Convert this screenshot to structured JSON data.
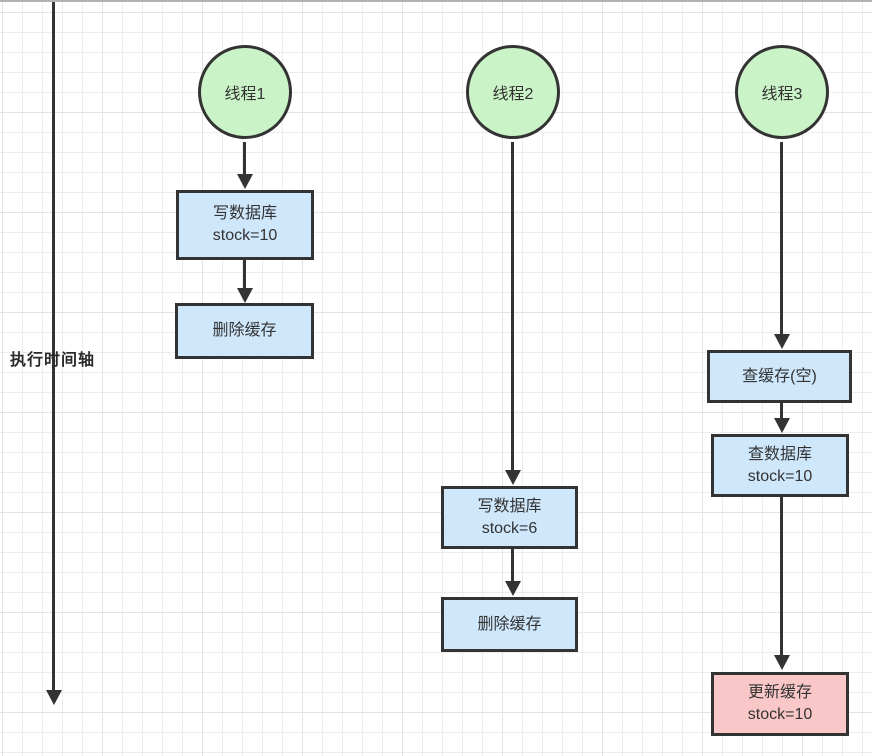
{
  "canvas": {
    "background": "#ffffff",
    "grid_color": "#ededed",
    "grid_major_color": "#e3e3e3",
    "top_edge_color": "#b2b2b2"
  },
  "colors": {
    "thread_circle_fill": "#cbf3c8",
    "process_box_fill": "#cfe7fb",
    "highlight_box_fill": "#f9c7c7",
    "stroke": "#333333",
    "text": "#333333"
  },
  "timeline": {
    "label": "执行时间轴"
  },
  "threads": [
    {
      "name": "线程1",
      "steps": [
        {
          "line1": "写数据库",
          "line2": "stock=10"
        },
        {
          "line1": "删除缓存"
        }
      ]
    },
    {
      "name": "线程2",
      "steps": [
        {
          "line1": "写数据库",
          "line2": "stock=6"
        },
        {
          "line1": "删除缓存"
        }
      ]
    },
    {
      "name": "线程3",
      "steps": [
        {
          "line1": "查缓存(空)"
        },
        {
          "line1": "查数据库",
          "line2": "stock=10"
        },
        {
          "line1": "更新缓存",
          "line2": "stock=10"
        }
      ]
    }
  ]
}
